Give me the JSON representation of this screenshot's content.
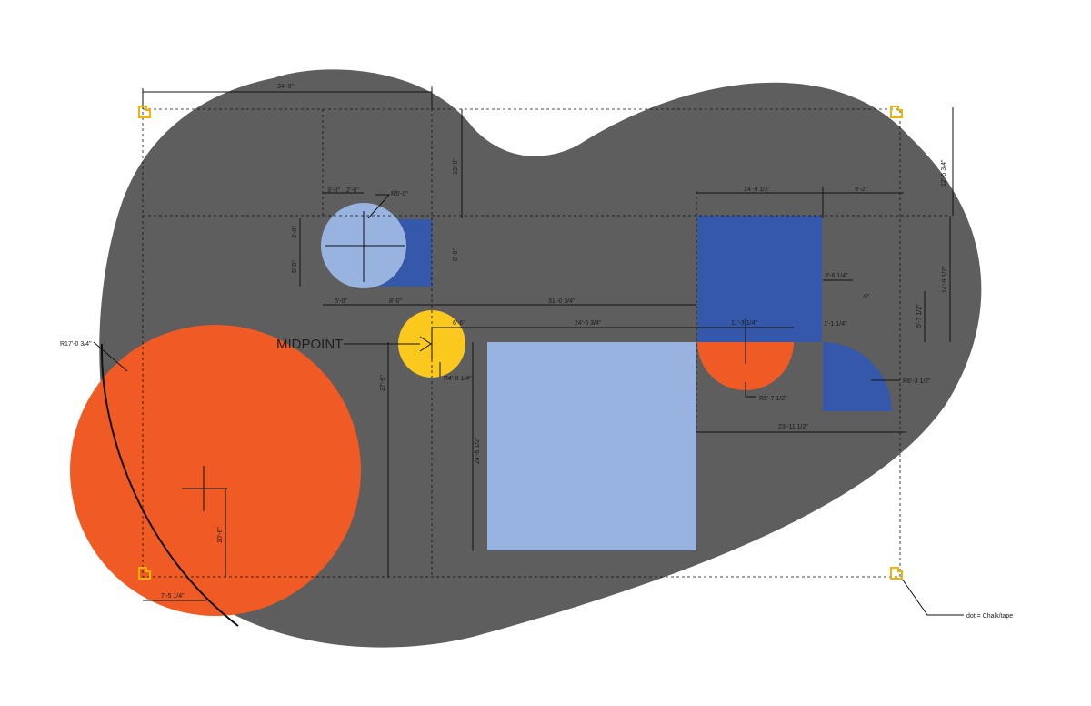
{
  "colors": {
    "blob": "#5e5e5e",
    "orange": "#f05a24",
    "light_blue": "#98b3df",
    "dark_blue": "#3558aa",
    "yellow": "#fbc91e",
    "corner": "#f0b400",
    "ink": "#111111",
    "background": "#ffffff"
  },
  "labels": {
    "midpoint": "MIDPOINT",
    "legend": "dot = Chalk/tape",
    "top_width": "34'-0\"",
    "top_right_height": "12'-5 3/4\"",
    "upper_vertical": "13'-0\"",
    "small_a": "3'-0\"",
    "small_b": "2'-0\"",
    "radius_circle": "R5'-0\"",
    "side_3": "3'-0\"",
    "side_5": "5'-0\"",
    "right_8": "8'-0\"",
    "bottom_5": "5'-0\"",
    "bottom_8": "8'-0\"",
    "long_h": "31'-0 3/4\"",
    "yellow_6": "6'-6\"",
    "mid_h": "24'-6 3/4\"",
    "yellow_radius": "R4'-0 1/4\"",
    "left_vertical": "27'-6\"",
    "square_height": "24'-6 1/2\"",
    "big_radius": "R17'-0 3/4\"",
    "big_vertical": "10'-6\"",
    "big_h": "7'-5 1/4\"",
    "right_w1": "14'-9 1/2\"",
    "right_w2": "9'-2\"",
    "right_v": "14'-9 1/2\"",
    "small_r1": "3'-6 1/4\"",
    "small_r2": "6\"",
    "small_r3": "5'-7 1/2\"",
    "small_r4": "1'-1 1/4\"",
    "orange_w": "11'-3 1/4\"",
    "orange_radius": "R5'-7 1/2\"",
    "quarter_radius": "R6'-3 1/2\"",
    "bottom_right_h": "23'-11 1/2\""
  }
}
